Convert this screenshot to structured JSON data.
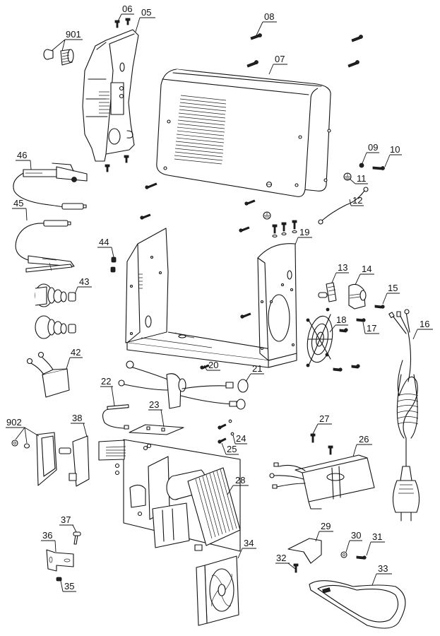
{
  "diagram": {
    "type": "exploded-parts-diagram",
    "subject": "Welding inverter (exploded view)",
    "part_labels": [
      {
        "id": "05",
        "part": "front-panel"
      },
      {
        "id": "06",
        "part": "screw"
      },
      {
        "id": "07",
        "part": "housing-cover"
      },
      {
        "id": "08",
        "part": "screw"
      },
      {
        "id": "09",
        "part": "washer"
      },
      {
        "id": "10",
        "part": "screw"
      },
      {
        "id": "11",
        "part": "ground-symbol-label"
      },
      {
        "id": "12",
        "part": "ground-wire"
      },
      {
        "id": "13",
        "part": "switch"
      },
      {
        "id": "14",
        "part": "switch-knob"
      },
      {
        "id": "15",
        "part": "screw"
      },
      {
        "id": "16",
        "part": "power-cord"
      },
      {
        "id": "17",
        "part": "screw"
      },
      {
        "id": "18",
        "part": "fan-grille"
      },
      {
        "id": "19",
        "part": "chassis-frame"
      },
      {
        "id": "20",
        "part": "screw"
      },
      {
        "id": "21",
        "part": "cable-set"
      },
      {
        "id": "22",
        "part": "sensor-cable"
      },
      {
        "id": "23",
        "part": "insulation-sheet"
      },
      {
        "id": "24",
        "part": "washer"
      },
      {
        "id": "25",
        "part": "screw"
      },
      {
        "id": "26",
        "part": "transformer-housing"
      },
      {
        "id": "27",
        "part": "screw"
      },
      {
        "id": "28",
        "part": "heat-sink"
      },
      {
        "id": "29",
        "part": "bracket"
      },
      {
        "id": "30",
        "part": "nut"
      },
      {
        "id": "31",
        "part": "screw"
      },
      {
        "id": "32",
        "part": "screw"
      },
      {
        "id": "33",
        "part": "carrying-strap"
      },
      {
        "id": "34",
        "part": "fan"
      },
      {
        "id": "35",
        "part": "nut"
      },
      {
        "id": "36",
        "part": "angle-bracket"
      },
      {
        "id": "37",
        "part": "screw"
      },
      {
        "id": "38",
        "part": "potentiometer"
      },
      {
        "id": "42",
        "part": "capacitor"
      },
      {
        "id": "43",
        "part": "output-socket"
      },
      {
        "id": "44",
        "part": "set-screw"
      },
      {
        "id": "45",
        "part": "earth-clamp"
      },
      {
        "id": "46",
        "part": "electrode-holder"
      },
      {
        "id": "901",
        "part": "knob-set"
      },
      {
        "id": "902",
        "part": "knob-nut-washer-set"
      }
    ]
  }
}
